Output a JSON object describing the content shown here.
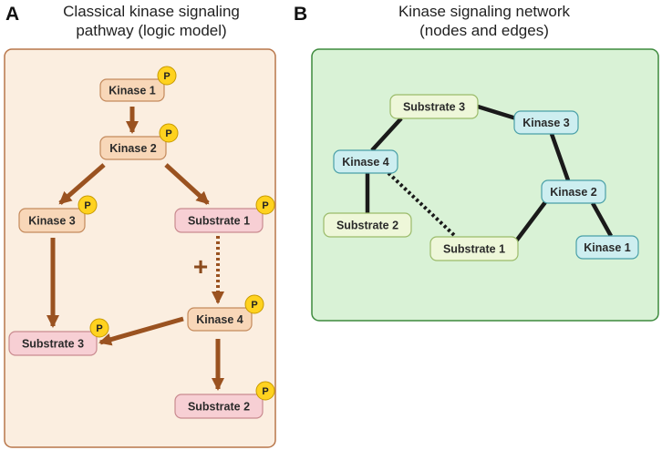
{
  "panel_a": {
    "letter": "A",
    "title_line1": "Classical kinase signaling",
    "title_line2": "pathway (logic model)",
    "plus_sign": "+",
    "phospho_label": "P",
    "nodes": [
      {
        "id": "kinase-1",
        "label": "Kinase 1",
        "type": "kinase",
        "phospho": true
      },
      {
        "id": "kinase-2",
        "label": "Kinase 2",
        "type": "kinase",
        "phospho": true
      },
      {
        "id": "kinase-3",
        "label": "Kinase 3",
        "type": "kinase",
        "phospho": true
      },
      {
        "id": "substrate-1",
        "label": "Substrate 1",
        "type": "substrate",
        "phospho": true
      },
      {
        "id": "kinase-4",
        "label": "Kinase 4",
        "type": "kinase",
        "phospho": true
      },
      {
        "id": "substrate-3",
        "label": "Substrate 3",
        "type": "substrate",
        "phospho": true
      },
      {
        "id": "substrate-2",
        "label": "Substrate 2",
        "type": "substrate",
        "phospho": true
      }
    ],
    "edges": [
      {
        "from": "kinase-1",
        "to": "kinase-2",
        "style": "solid"
      },
      {
        "from": "kinase-2",
        "to": "kinase-3",
        "style": "solid"
      },
      {
        "from": "kinase-2",
        "to": "substrate-1",
        "style": "solid"
      },
      {
        "from": "kinase-3",
        "to": "substrate-3",
        "style": "solid"
      },
      {
        "from": "substrate-1",
        "to": "kinase-4",
        "style": "dotted"
      },
      {
        "from": "kinase-4",
        "to": "substrate-3",
        "style": "solid"
      },
      {
        "from": "kinase-4",
        "to": "substrate-2",
        "style": "solid"
      }
    ],
    "colors": {
      "panel_bg": "#fbeee0",
      "panel_border": "#b8764a",
      "kinase_fill": "#f8d7b8",
      "kinase_border": "#c48a5c",
      "substrate_fill": "#f7cfd4",
      "substrate_border": "#c98a8f",
      "arrow": "#9a5220",
      "phospho_fill": "#ffd21f",
      "phospho_border": "#c79a00"
    }
  },
  "panel_b": {
    "letter": "B",
    "title_line1": "Kinase signaling network",
    "title_line2": "(nodes and edges)",
    "nodes": [
      {
        "id": "substrate-3",
        "label": "Substrate 3",
        "type": "substrate"
      },
      {
        "id": "kinase-3",
        "label": "Kinase 3",
        "type": "kinase"
      },
      {
        "id": "kinase-4",
        "label": "Kinase 4",
        "type": "kinase"
      },
      {
        "id": "kinase-2",
        "label": "Kinase 2",
        "type": "kinase"
      },
      {
        "id": "substrate-2",
        "label": "Substrate 2",
        "type": "substrate"
      },
      {
        "id": "substrate-1",
        "label": "Substrate 1",
        "type": "substrate"
      },
      {
        "id": "kinase-1",
        "label": "Kinase 1",
        "type": "kinase"
      }
    ],
    "edges": [
      {
        "from": "substrate-3",
        "to": "kinase-3",
        "style": "solid"
      },
      {
        "from": "substrate-3",
        "to": "kinase-4",
        "style": "solid"
      },
      {
        "from": "kinase-4",
        "to": "substrate-2",
        "style": "solid"
      },
      {
        "from": "kinase-4",
        "to": "substrate-1",
        "style": "dotted"
      },
      {
        "from": "kinase-3",
        "to": "kinase-2",
        "style": "solid"
      },
      {
        "from": "kinase-2",
        "to": "substrate-1",
        "style": "solid"
      },
      {
        "from": "kinase-2",
        "to": "kinase-1",
        "style": "solid"
      }
    ],
    "colors": {
      "panel_bg": "#d9f2d6",
      "panel_border": "#3d8a3d",
      "kinase_fill": "#cdeef0",
      "kinase_border": "#4aa0a8",
      "substrate_fill": "#eef7d9",
      "substrate_border": "#9bbb6a",
      "edge": "#1a1a1a"
    }
  }
}
